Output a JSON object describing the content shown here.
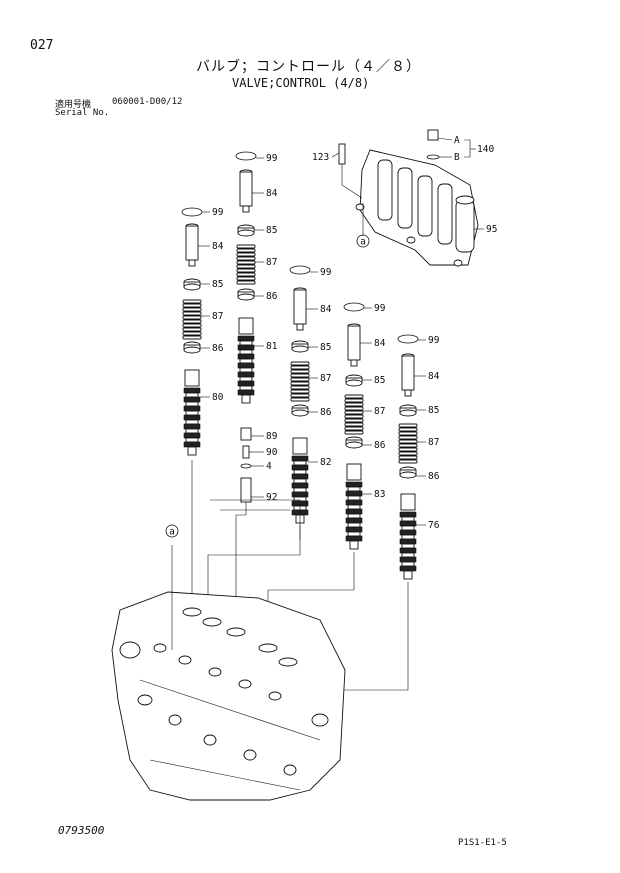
{
  "header": {
    "page_no": "027",
    "title_jp": "バルブ；コントロール（４／８）",
    "title_en": "VALVE;CONTROL (4/8)",
    "model_label": "適用号機",
    "model_value": "060001-D00/12",
    "serial_label": "Serial No."
  },
  "footer": {
    "doc_no": "0793500",
    "page_code": "P1S1-E1-5"
  },
  "callouts": {
    "c99a": "99",
    "c84a": "84",
    "c85a": "85",
    "c87a": "87",
    "c86a": "86",
    "c81": "81",
    "c89": "89",
    "c90": "90",
    "c4": "4",
    "c92": "92",
    "c99b": "99",
    "c84b": "84",
    "c85b": "85",
    "c87b": "87",
    "c86b": "86",
    "c80": "80",
    "c99c": "99",
    "c84c": "84",
    "c85c": "85",
    "c87c": "87",
    "c86c": "86",
    "c82": "82",
    "c99d": "99",
    "c84d": "84",
    "c85d": "85",
    "c87d": "87",
    "c86d": "86",
    "c83": "83",
    "c99e": "99",
    "c84e": "84",
    "c85e": "85",
    "c87e": "87",
    "c86e": "86",
    "c76": "76",
    "c123": "123",
    "cA": "A",
    "cB": "B",
    "c140": "140",
    "c95": "95",
    "ref_a_top": "a",
    "ref_a_left": "a"
  }
}
